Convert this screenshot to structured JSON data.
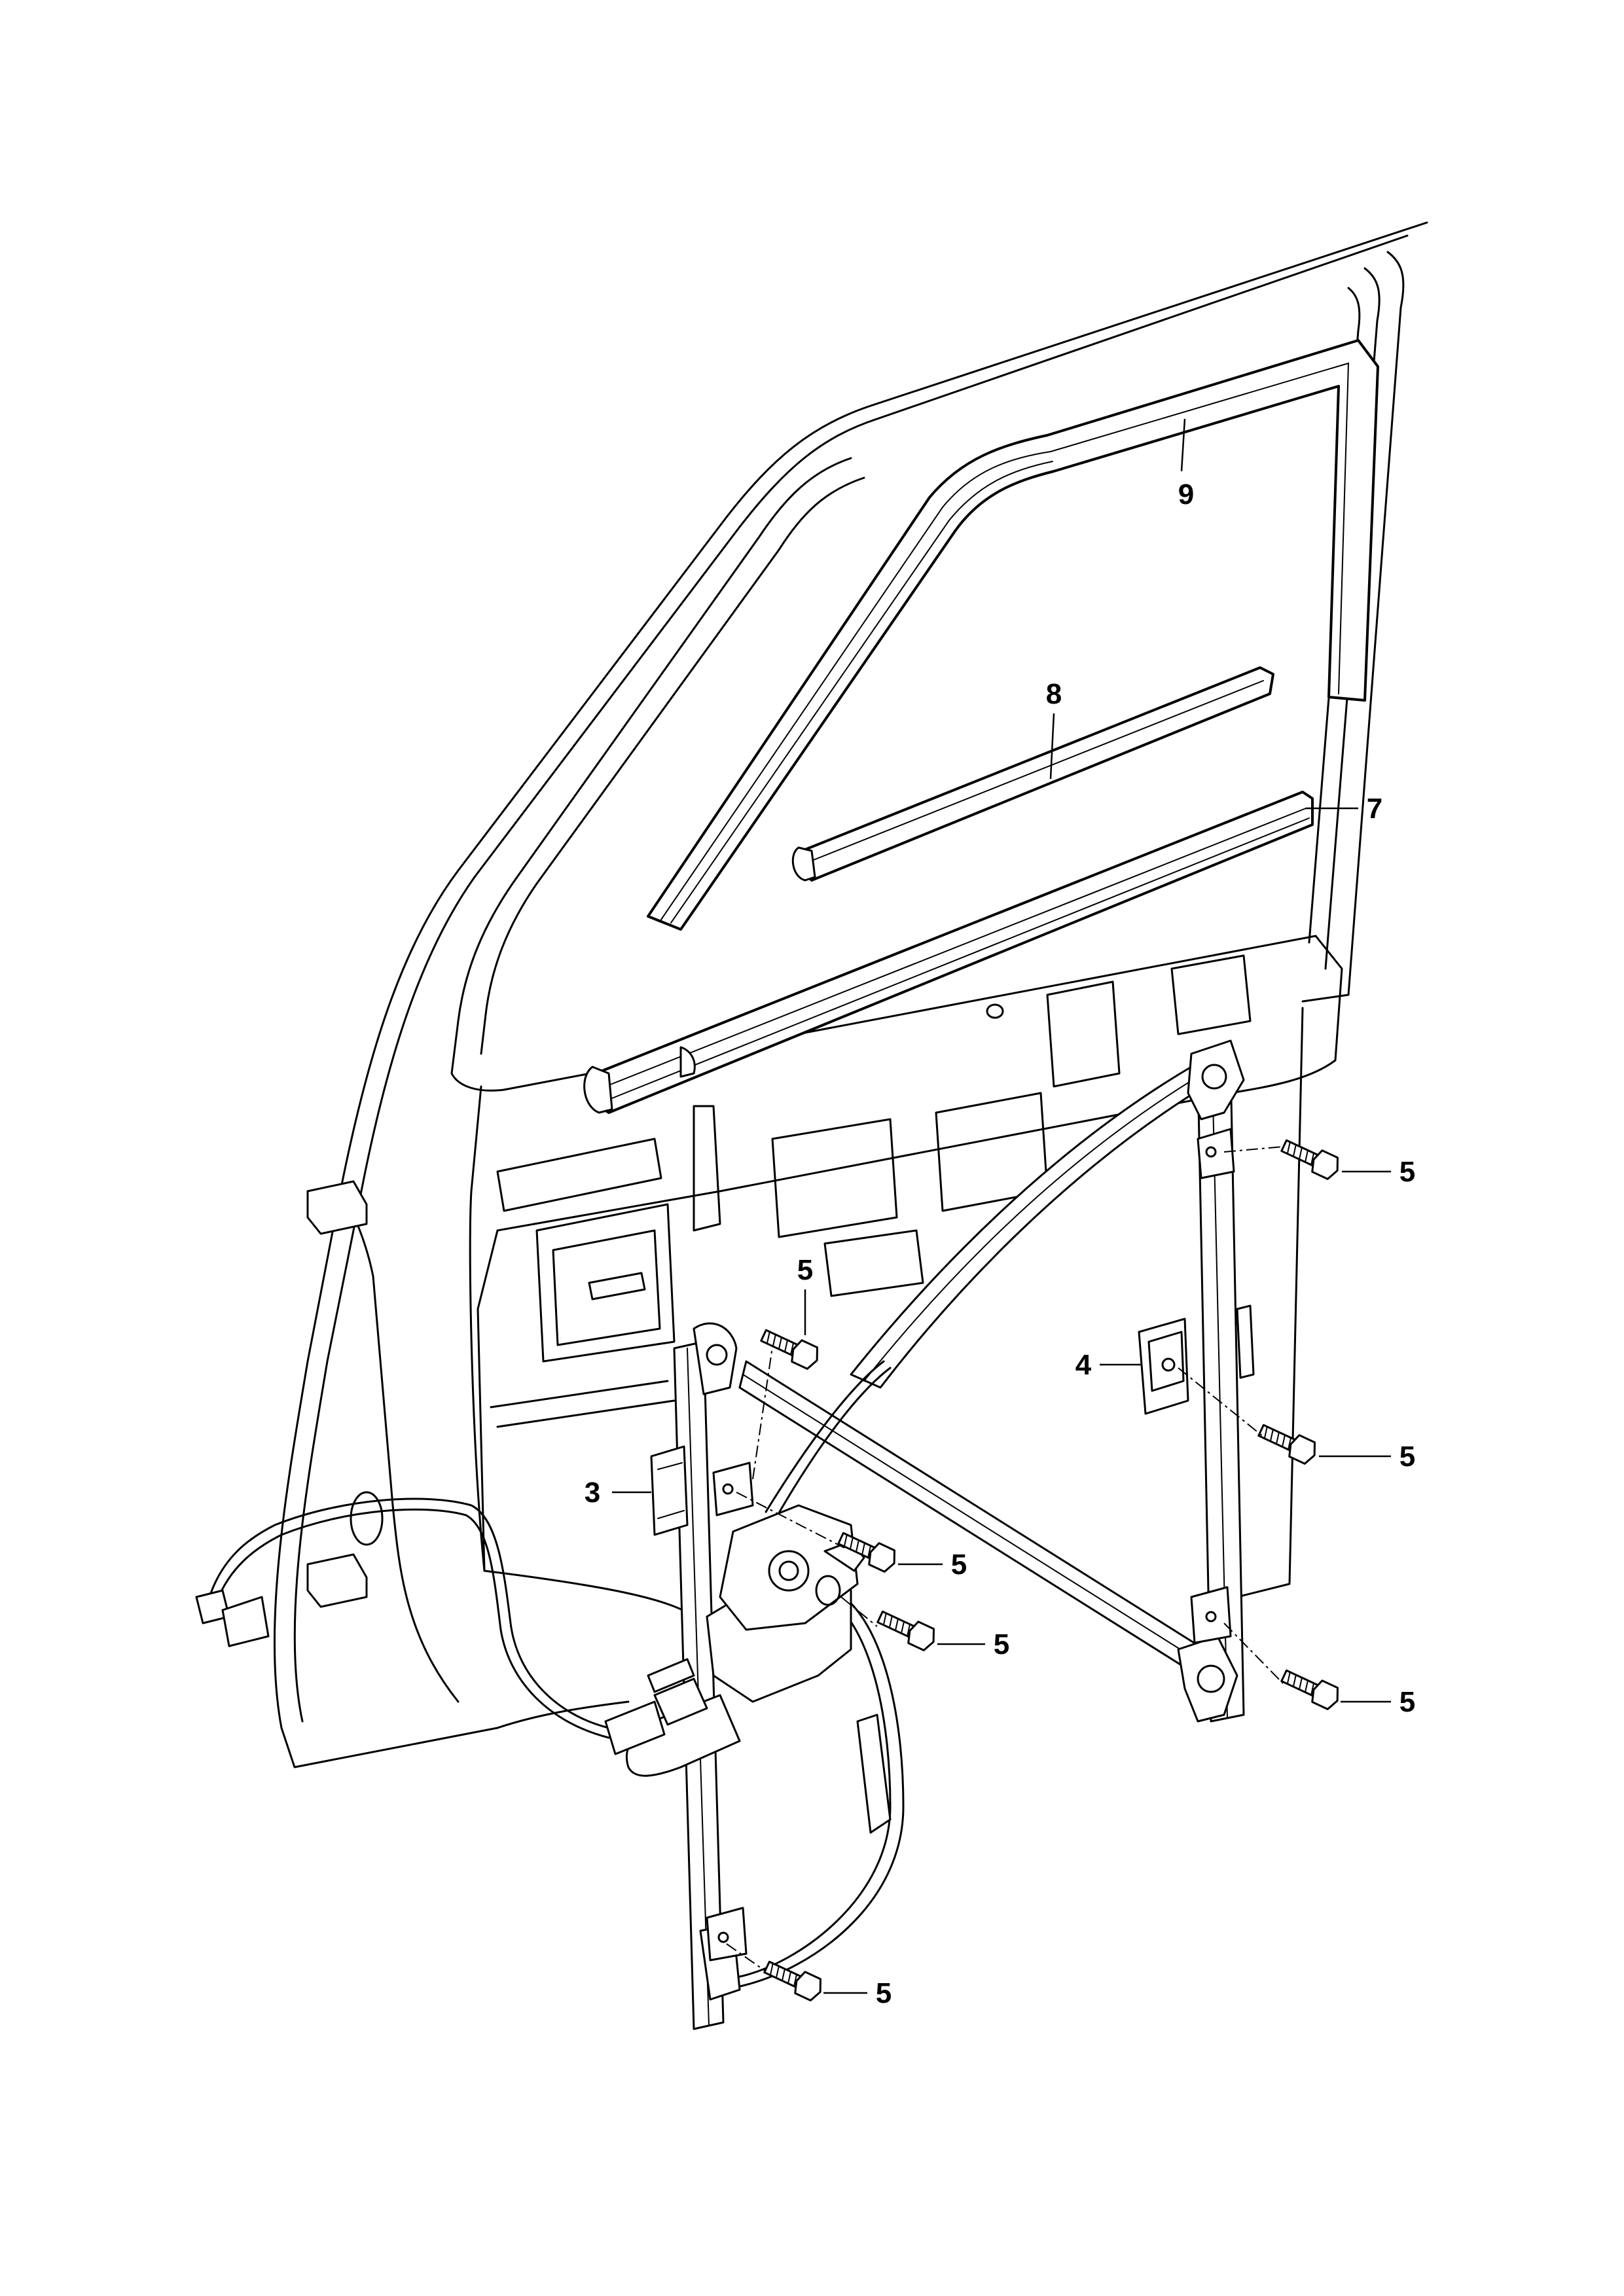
{
  "callouts": [
    {
      "id": "c9",
      "text": "9"
    },
    {
      "id": "c8",
      "text": "8"
    },
    {
      "id": "c7",
      "text": "7"
    },
    {
      "id": "c4",
      "text": "4"
    },
    {
      "id": "c3",
      "text": "3"
    },
    {
      "id": "c5a",
      "text": "5"
    },
    {
      "id": "c5b",
      "text": "5"
    },
    {
      "id": "c5c",
      "text": "5"
    },
    {
      "id": "c5d",
      "text": "5"
    },
    {
      "id": "c5e",
      "text": "5"
    },
    {
      "id": "c5f",
      "text": "5"
    },
    {
      "id": "c5g",
      "text": "5"
    }
  ]
}
